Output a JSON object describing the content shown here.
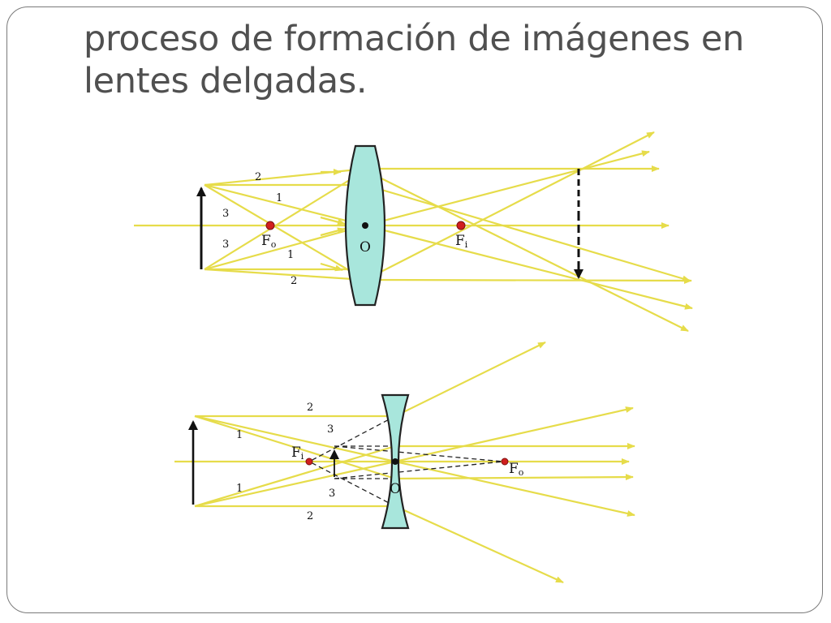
{
  "slide": {
    "title": "proceso de formación de imágenes en lentes delgadas."
  },
  "colors": {
    "ray": "#e6dc4a",
    "lens_fill": "#a8e6dc",
    "focal_point": "#d01f1f",
    "frame_border": "#7a7a7a",
    "title_text": "#505050"
  },
  "converging_lens": {
    "center_label": "O",
    "object_focus_label": "F",
    "object_focus_sub": "o",
    "image_focus_label": "F",
    "image_focus_sub": "i",
    "ray_labels": [
      "2",
      "1",
      "3",
      "3",
      "1",
      "2"
    ]
  },
  "diverging_lens": {
    "center_label": "O",
    "image_focus_label": "F",
    "image_focus_sub": "i",
    "object_focus_label": "F",
    "object_focus_sub": "o",
    "ray_labels": [
      "2",
      "1",
      "3",
      "1",
      "3",
      "2"
    ]
  }
}
